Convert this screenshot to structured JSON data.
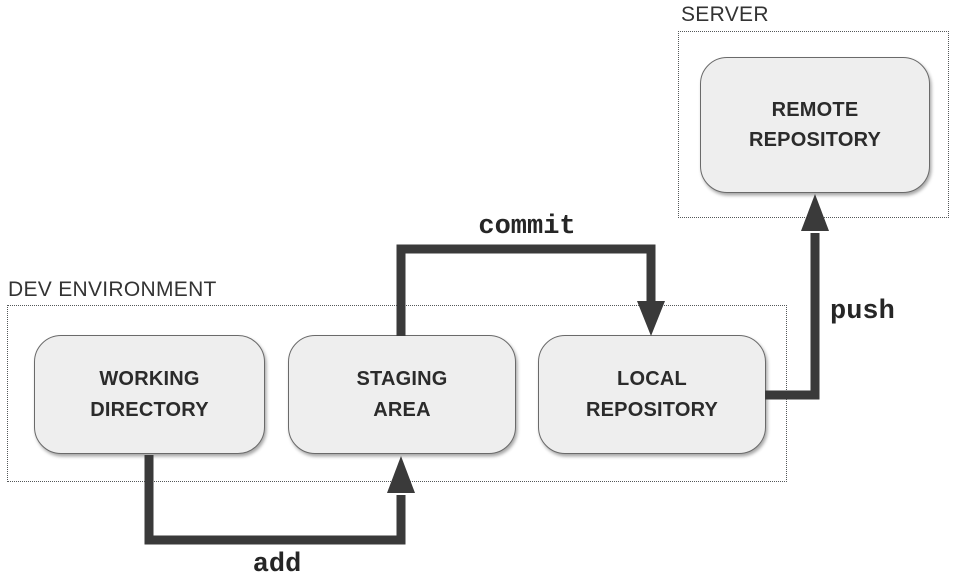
{
  "groups": {
    "server": {
      "label": "SERVER"
    },
    "dev": {
      "label": "DEV ENVIRONMENT"
    }
  },
  "nodes": {
    "remote_repository": {
      "line1": "REMOTE",
      "line2": "REPOSITORY"
    },
    "working_directory": {
      "line1": "WORKING",
      "line2": "DIRECTORY"
    },
    "staging_area": {
      "line1": "STAGING",
      "line2": "AREA"
    },
    "local_repository": {
      "line1": "LOCAL",
      "line2": "REPOSITORY"
    }
  },
  "arrows": {
    "commit": {
      "label": "commit",
      "from": "staging_area",
      "to": "local_repository"
    },
    "push": {
      "label": "push",
      "from": "local_repository",
      "to": "remote_repository"
    },
    "add": {
      "label": "add",
      "from": "working_directory",
      "to": "staging_area"
    }
  },
  "colors": {
    "arrow": "#3a3a3a",
    "box_fill": "#eeeeee",
    "box_border": "#6a6a6a",
    "text": "#2b2b2b",
    "group_border": "#55585a",
    "group_label": "#333333",
    "background": "#ffffff"
  }
}
